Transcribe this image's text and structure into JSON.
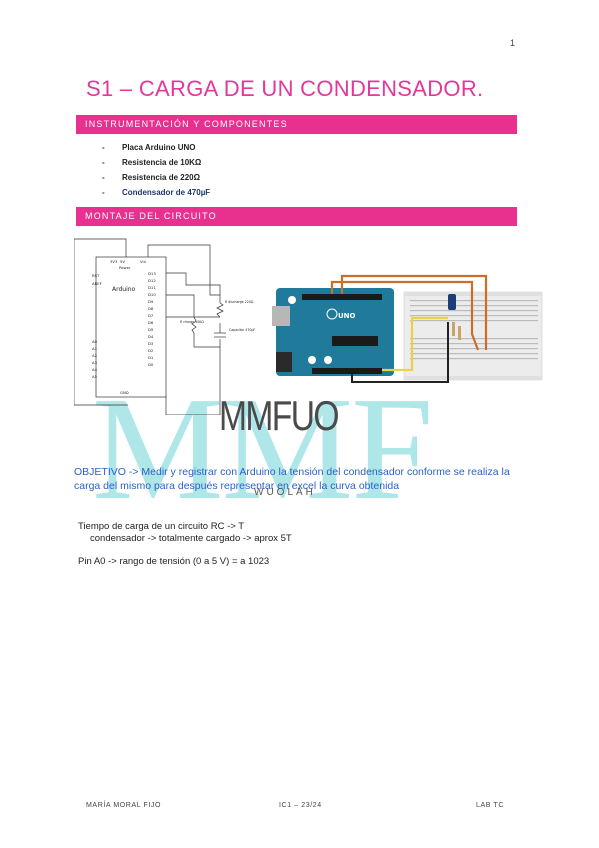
{
  "page_number": "1",
  "title": "S1 – CARGA DE UN CONDENSADOR.",
  "sections": {
    "components_header": "INSTRUMENTACIÓN Y COMPONENTES",
    "circuit_header": "MONTAJE DEL CIRCUITO"
  },
  "components": [
    {
      "dash": "-",
      "label": "Placa Arduino UNO"
    },
    {
      "dash": "-",
      "label": "Resistencia de 10KΩ"
    },
    {
      "dash": "-",
      "label": "Resistencia de 220Ω"
    },
    {
      "dash": "-",
      "label": "Condensador de 470µF"
    }
  ],
  "schematic": {
    "top_pins": [
      "3V3",
      "5V",
      "Vin"
    ],
    "power_label": "Power",
    "board_label": "Arduino",
    "left_pins": [
      "RST",
      "AREF"
    ],
    "right_pins": [
      "D13",
      "D12",
      "D11",
      "D10",
      "D9",
      "D8",
      "D7",
      "D6",
      "D5",
      "D4",
      "D3",
      "D2",
      "D1",
      "D0"
    ],
    "analog_pins": [
      "A0",
      "A1",
      "A2",
      "A3",
      "A4",
      "A5"
    ],
    "gnd_label": "GND",
    "resistor1_label": "R discharge\n220Ω",
    "resistor2_label": "R charge\n10KΩ",
    "capacitor_label": "Capacitor\n470µF"
  },
  "board_label": "UNO",
  "watermark": {
    "big": "MMF",
    "brand": "MMFUO",
    "sub": "WUOLAH"
  },
  "objective": "OBJETIVO -> Medir y registrar con Arduino la tensión del condensador conforme se realiza la carga del mismo para después representar en excel la curva obtenida",
  "notes": {
    "line1": "Tiempo de carga de un circuito RC -> T",
    "line2": "condensador -> totalmente cargado -> aprox 5T",
    "line3": "Pin A0 -> rango de tensión (0 a 5 V) =  a 1023"
  },
  "footer": {
    "author": "MARÍA MORAL FIJO",
    "course": "IC1 – 23/24",
    "subject": "LAB TC"
  },
  "colors": {
    "accent": "#e8308f",
    "objective_text": "#2a62c9",
    "watermark": "#6fd3d6",
    "arduino_board": "#1f7a9c"
  }
}
